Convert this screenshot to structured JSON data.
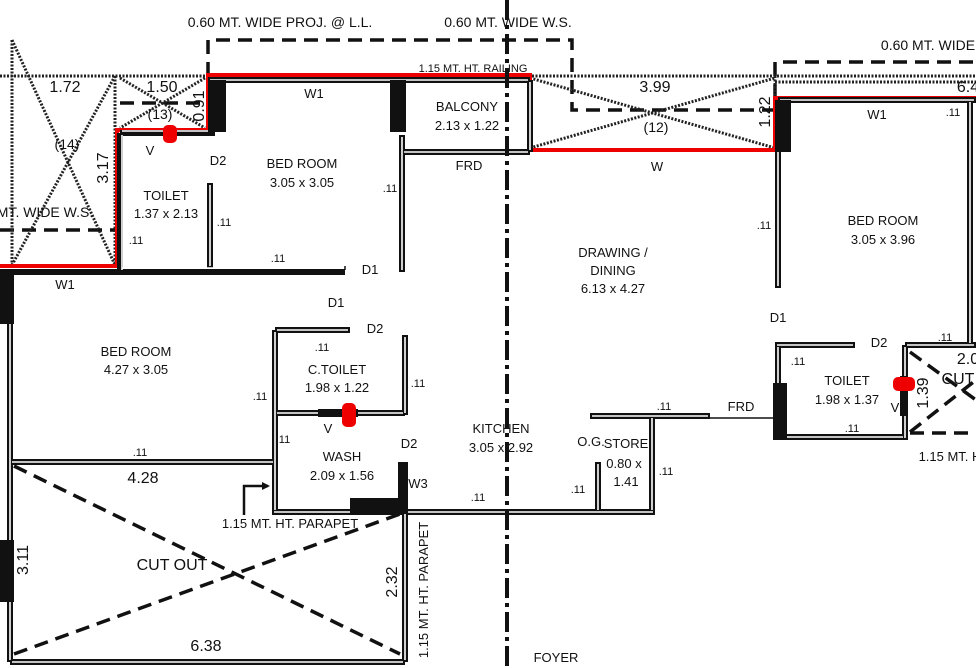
{
  "colors": {
    "wall": "#111111",
    "boundary": "#ee0000",
    "fixture": "#ee0000"
  },
  "notes": {
    "proj_ll": "0.60 MT. WIDE PROJ. @ L.L.",
    "ws_top": "0.60 MT. WIDE W.S.",
    "wide_right": "0.60 MT. WIDE",
    "railing": "1.15 MT. HT. RAILING",
    "ws_left": "MT. WIDE W.S.",
    "parapet_wash": "1.15 MT. HT. PARAPET",
    "parapet_vertical": "1.15 MT. HT. PARAPET",
    "parapet_right": "1.15 MT. H"
  },
  "rooms": {
    "bed1": {
      "name": "BED ROOM",
      "size": "3.05 x 3.05"
    },
    "toilet1": {
      "name": "TOILET",
      "size": "1.37 x 2.13"
    },
    "balcony": {
      "name": "BALCONY",
      "size": "2.13 x 1.22"
    },
    "drawing": {
      "name1": "DRAWING /",
      "name2": "DINING",
      "size": "6.13 x 4.27"
    },
    "bed2": {
      "name": "BED ROOM",
      "size": "3.05 x 3.96"
    },
    "toilet2": {
      "name": "TOILET",
      "size": "1.98 x 1.37"
    },
    "bed3": {
      "name": "BED ROOM",
      "size": "4.27 x 3.05"
    },
    "ctoilet": {
      "name": "C.TOILET",
      "size": "1.98 x 1.22"
    },
    "wash": {
      "name": "WASH",
      "size": "2.09 x 1.56"
    },
    "kitchen": {
      "name": "KITCHEN",
      "size": "3.05 x 2.92"
    },
    "store": {
      "prefix": "O.G.",
      "name": "STORE",
      "size1": "0.80 x",
      "size2": "1.41"
    },
    "cutout": {
      "name": "CUT OUT"
    },
    "cutout_right": {
      "name": "CUT",
      "dim": "2.0"
    },
    "foyer": {
      "name": "FOYER"
    }
  },
  "dims": {
    "d172": "1.72",
    "d150": "1.50",
    "d091": "0.91",
    "d317": "3.17",
    "d399": "3.99",
    "d122": "1.22",
    "d64": "6.4",
    "d139": "1.39",
    "d428": "4.28",
    "d311": "3.11",
    "d232": "2.32",
    "d638": "6.38",
    "wall": ".11"
  },
  "tags": {
    "n12": "(12)",
    "n13": "(13)",
    "n14": "(14)",
    "w1": "W1",
    "w": "W",
    "w3": "W3",
    "d1": "D1",
    "d2": "D2",
    "v": "V",
    "frd": "FRD"
  }
}
